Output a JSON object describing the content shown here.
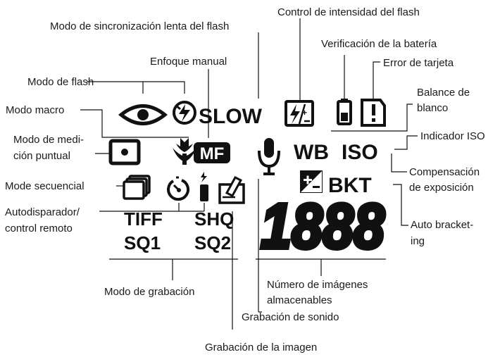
{
  "labels": {
    "flash_intensity": "Control de intensidad del flash",
    "slow_sync": "Modo de sincronización lenta del flash",
    "battery": "Verificación de la batería",
    "manual_focus": "Enfoque manual",
    "card_error": "Error de tarjeta",
    "flash_mode": "Modo de flash",
    "white_balance_1": "Balance de",
    "white_balance_2": "blanco",
    "macro": "Modo macro",
    "spot_1": "Modo de medi-",
    "spot_2": "ción puntual",
    "iso": "Indicador ISO",
    "sequential": "Mode secuencial",
    "exposure_1": "Compensación",
    "exposure_2": "de exposición",
    "self_timer_1": "Autodisparador/",
    "self_timer_2": "control remoto",
    "auto_bracket_1": "Auto bracket-",
    "auto_bracket_2": "ing",
    "recording_mode": "Modo de grabación",
    "frames_1": "Número de imágenes",
    "frames_2": "almacenables",
    "sound": "Grabación de sonido",
    "image_rec": "Grabación de la imagen"
  },
  "lcd": {
    "slow": "SLOW",
    "mf": "MF",
    "wb": "WB",
    "iso": "ISO",
    "bkt": "BKT",
    "tiff": "TIFF",
    "shq": "SHQ",
    "sq1": "SQ1",
    "sq2": "SQ2",
    "counter": "1888"
  }
}
